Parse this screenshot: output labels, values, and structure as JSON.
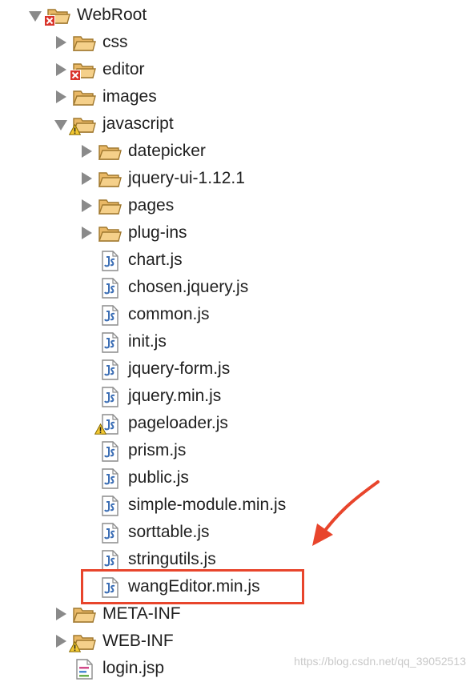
{
  "tree": {
    "items": [
      {
        "label": "WebRoot",
        "level": 0,
        "kind": "project",
        "state": "expanded",
        "badge": "error",
        "icon": "project-folder-icon"
      },
      {
        "label": "css",
        "level": 1,
        "kind": "folder",
        "state": "collapsed",
        "badge": "",
        "icon": "folder-icon"
      },
      {
        "label": "editor",
        "level": 1,
        "kind": "folder",
        "state": "collapsed",
        "badge": "error",
        "icon": "folder-icon"
      },
      {
        "label": "images",
        "level": 1,
        "kind": "folder",
        "state": "collapsed",
        "badge": "",
        "icon": "folder-icon"
      },
      {
        "label": "javascript",
        "level": 1,
        "kind": "folder",
        "state": "expanded",
        "badge": "warning",
        "icon": "folder-icon"
      },
      {
        "label": "datepicker",
        "level": 2,
        "kind": "folder",
        "state": "collapsed",
        "badge": "",
        "icon": "folder-icon"
      },
      {
        "label": "jquery-ui-1.12.1",
        "level": 2,
        "kind": "folder",
        "state": "collapsed",
        "badge": "",
        "icon": "folder-icon"
      },
      {
        "label": "pages",
        "level": 2,
        "kind": "folder",
        "state": "collapsed",
        "badge": "",
        "icon": "folder-icon"
      },
      {
        "label": "plug-ins",
        "level": 2,
        "kind": "folder",
        "state": "collapsed",
        "badge": "",
        "icon": "folder-icon"
      },
      {
        "label": "chart.js",
        "level": 2,
        "kind": "jsfile",
        "state": "",
        "badge": "",
        "icon": "js-file-icon"
      },
      {
        "label": "chosen.jquery.js",
        "level": 2,
        "kind": "jsfile",
        "state": "",
        "badge": "",
        "icon": "js-file-icon"
      },
      {
        "label": "common.js",
        "level": 2,
        "kind": "jsfile",
        "state": "",
        "badge": "",
        "icon": "js-file-icon"
      },
      {
        "label": "init.js",
        "level": 2,
        "kind": "jsfile",
        "state": "",
        "badge": "",
        "icon": "js-file-icon"
      },
      {
        "label": "jquery-form.js",
        "level": 2,
        "kind": "jsfile",
        "state": "",
        "badge": "",
        "icon": "js-file-icon"
      },
      {
        "label": "jquery.min.js",
        "level": 2,
        "kind": "jsfile",
        "state": "",
        "badge": "",
        "icon": "js-file-icon"
      },
      {
        "label": "pageloader.js",
        "level": 2,
        "kind": "jsfile",
        "state": "",
        "badge": "warning",
        "icon": "js-file-icon"
      },
      {
        "label": "prism.js",
        "level": 2,
        "kind": "jsfile",
        "state": "",
        "badge": "",
        "icon": "js-file-icon"
      },
      {
        "label": "public.js",
        "level": 2,
        "kind": "jsfile",
        "state": "",
        "badge": "",
        "icon": "js-file-icon"
      },
      {
        "label": "simple-module.min.js",
        "level": 2,
        "kind": "jsfile",
        "state": "",
        "badge": "",
        "icon": "js-file-icon"
      },
      {
        "label": "sorttable.js",
        "level": 2,
        "kind": "jsfile",
        "state": "",
        "badge": "",
        "icon": "js-file-icon"
      },
      {
        "label": "stringutils.js",
        "level": 2,
        "kind": "jsfile",
        "state": "",
        "badge": "",
        "icon": "js-file-icon"
      },
      {
        "label": "wangEditor.min.js",
        "level": 2,
        "kind": "jsfile",
        "state": "",
        "badge": "",
        "icon": "js-file-icon",
        "highlighted": true
      },
      {
        "label": "META-INF",
        "level": 1,
        "kind": "folder",
        "state": "collapsed",
        "badge": "",
        "icon": "folder-icon"
      },
      {
        "label": "WEB-INF",
        "level": 1,
        "kind": "folder",
        "state": "collapsed",
        "badge": "warning",
        "icon": "folder-icon"
      },
      {
        "label": "login.jsp",
        "level": 1,
        "kind": "jspfile",
        "state": "",
        "badge": "",
        "icon": "jsp-file-icon"
      }
    ]
  },
  "annotation": {
    "highlight_color": "#e8452c",
    "arrow_color": "#e8452c"
  },
  "watermark": {
    "text": "https://blog.csdn.net/qq_39052513"
  },
  "colors": {
    "folder_fill": "#f5d08a",
    "folder_stroke": "#a0782e",
    "error_badge": "#d9342b",
    "warning_badge": "#f3c832",
    "js_icon_blue": "#3d6fb5"
  }
}
